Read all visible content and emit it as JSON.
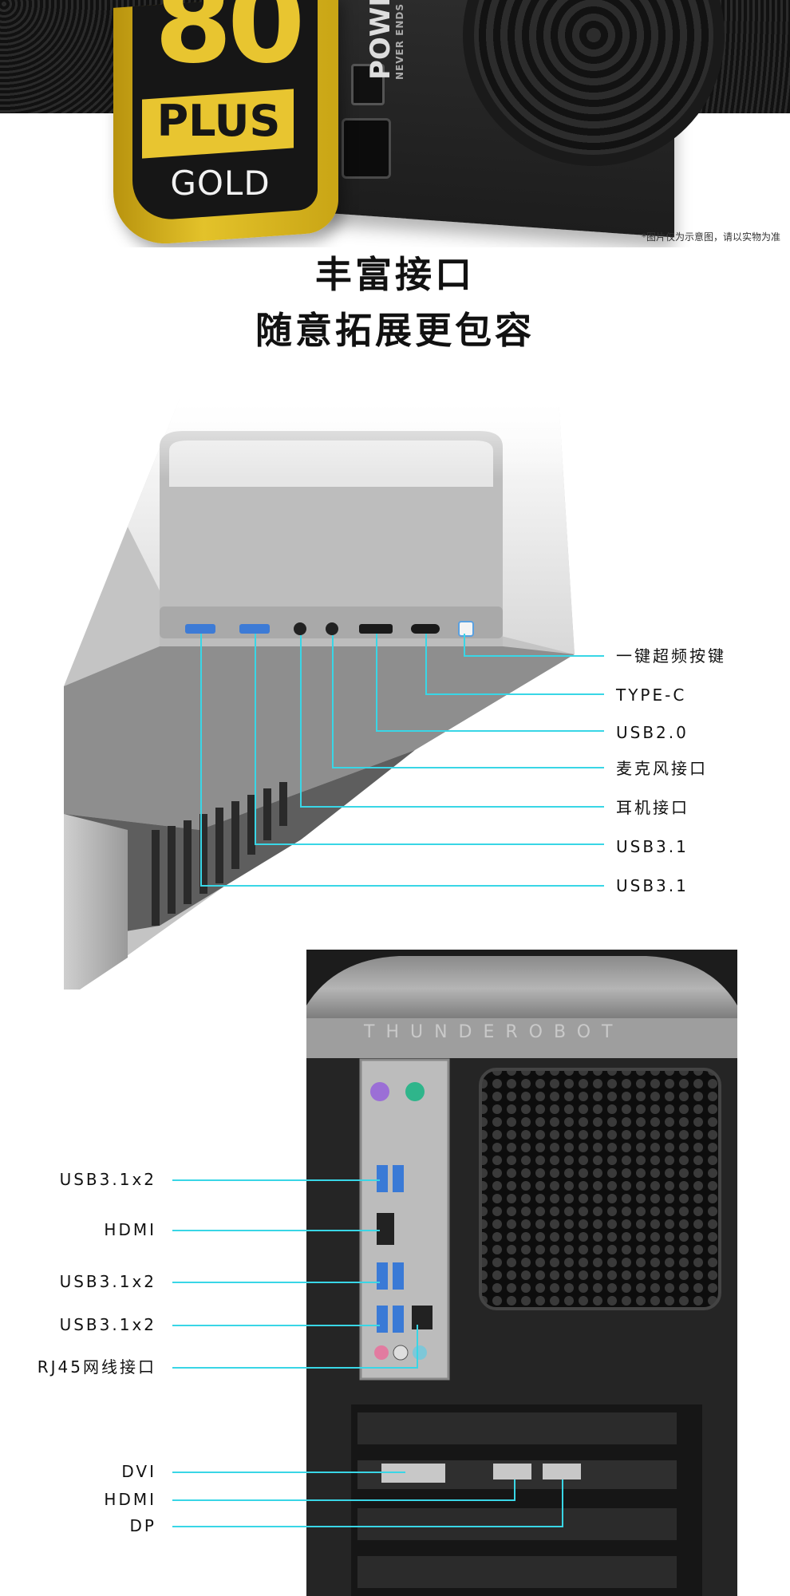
{
  "psu": {
    "badge_number": "80",
    "badge_plus": "PLUS",
    "badge_gold": "GOLD",
    "brand_word": "POWER",
    "brand_sub": "NEVER ENDS"
  },
  "disclaimer": "*图片仅为示意图，请以实物为准",
  "headline": {
    "line1": "丰富接口",
    "line2": "随意拓展更包容"
  },
  "front_ports": [
    "一键超频按键",
    "TYPE-C",
    "USB2.0",
    "麦克风接口",
    "耳机接口",
    "USB3.1",
    "USB3.1"
  ],
  "case_brand": "THUNDEROBOT",
  "rear_ports": [
    "USB3.1x2",
    "HDMI",
    "USB3.1x2",
    "USB3.1x2",
    "RJ45网线接口",
    "DVI",
    "HDMI",
    "DP"
  ],
  "colors": {
    "callout_line": "#39d6e6",
    "text": "#111111",
    "badge_gold": "#e3c22a"
  }
}
